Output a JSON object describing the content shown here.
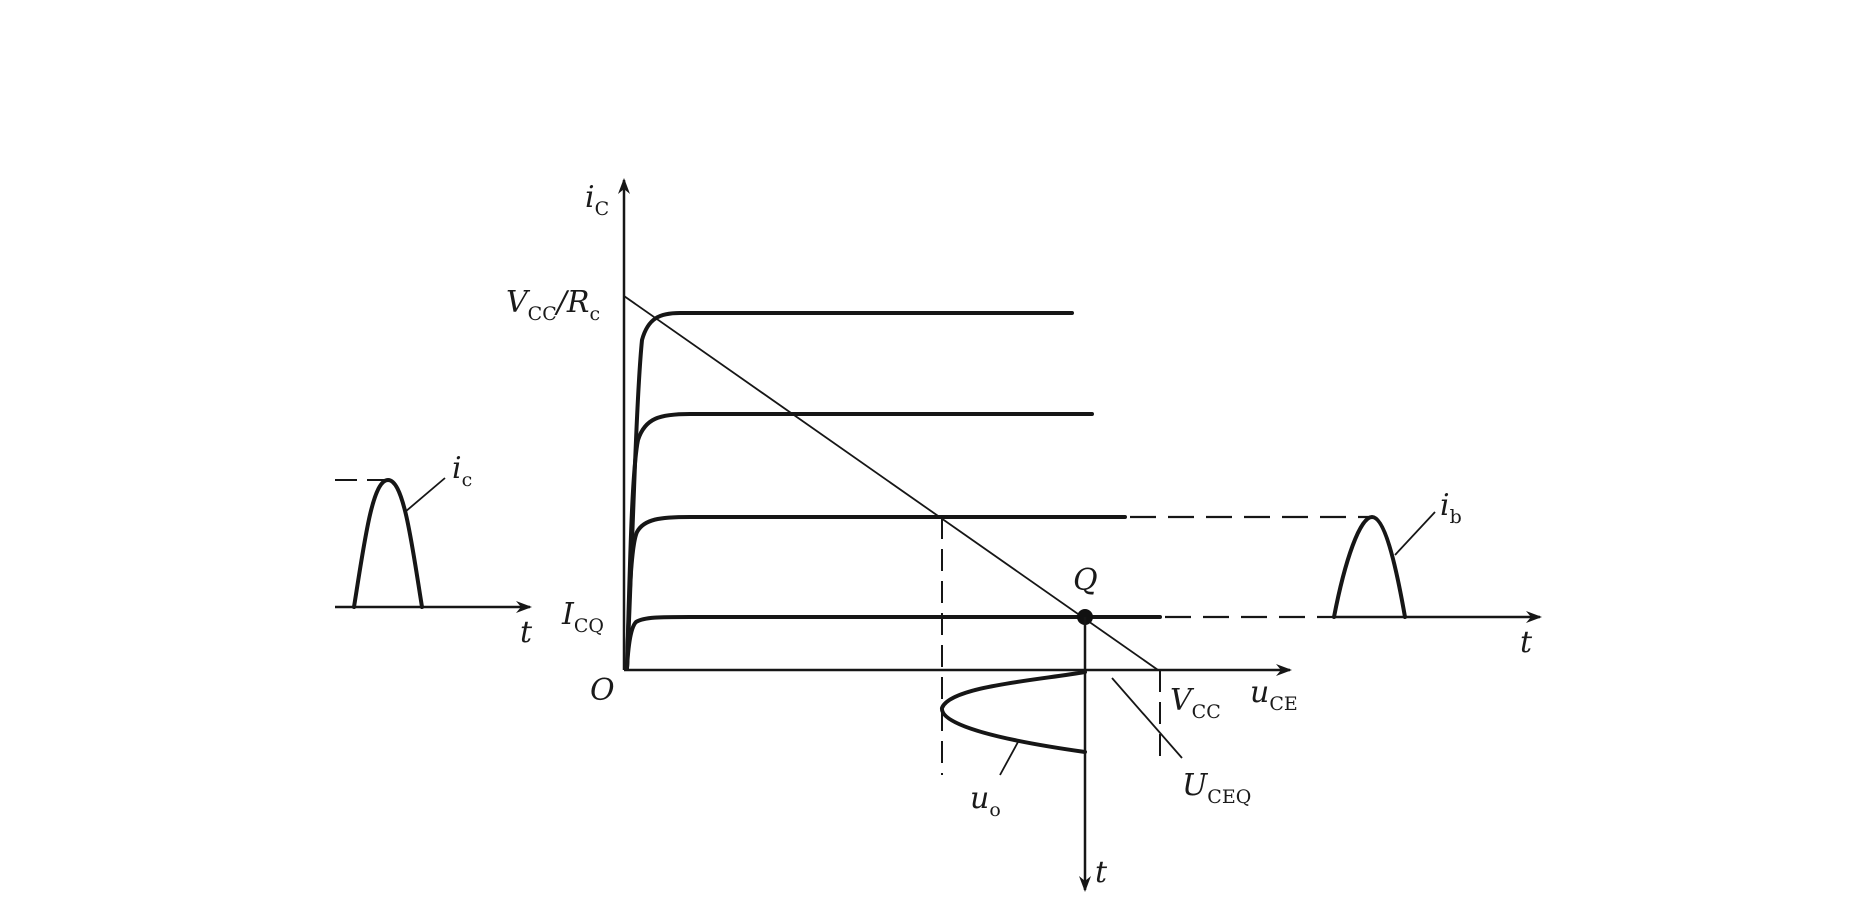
{
  "labels": {
    "ic_axis": {
      "main": "i",
      "sub": "C"
    },
    "vcc_rc": {
      "v": "V",
      "v_sub": "CC",
      "slash": "/",
      "r": "R",
      "r_sub": "c"
    },
    "icq": {
      "main": "I",
      "sub": "CQ"
    },
    "origin": "O",
    "q_point": "Q",
    "vcc": {
      "main": "V",
      "sub": "CC"
    },
    "uce_axis": {
      "main": "u",
      "sub": "CE"
    },
    "uceq": {
      "main": "U",
      "sub": "CEQ"
    },
    "uo": {
      "main": "u",
      "sub": "o"
    },
    "ic_wave": {
      "main": "i",
      "sub": "c"
    },
    "ib_wave": {
      "main": "i",
      "sub": "b"
    },
    "t_left": "t",
    "t_right": "t",
    "t_bottom": "t"
  }
}
